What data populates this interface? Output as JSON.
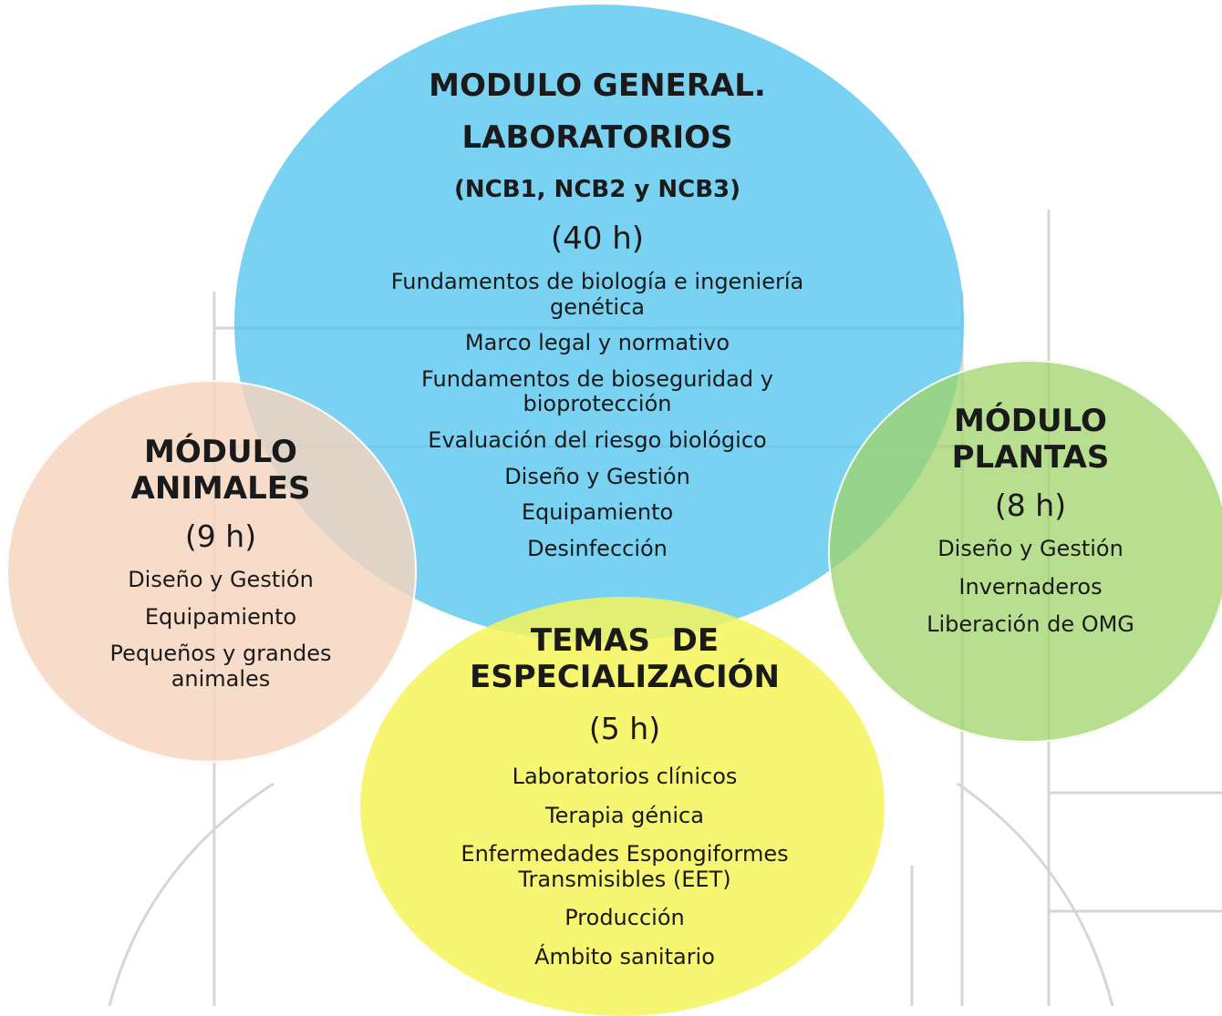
{
  "general": {
    "title_line1": "MODULO GENERAL.",
    "title_line2": "LABORATORIOS",
    "subtitle": "(NCB1, NCB2 y NCB3)",
    "hours": "(40 h)",
    "items": [
      "Fundamentos de biología e ingeniería genética",
      "Marco  legal y normativo",
      "Fundamentos de bioseguridad y bioprotección",
      "Evaluación del riesgo biológico",
      "Diseño y Gestión",
      "Equipamiento",
      "Desinfección"
    ],
    "color": "#54c5f0"
  },
  "animals": {
    "title_line1": "MÓDULO",
    "title_line2": "ANIMALES",
    "hours": "(9 h)",
    "items": [
      "Diseño y Gestión",
      "Equipamiento",
      "Pequeños y grandes animales"
    ],
    "color": "#f7d4be"
  },
  "plants": {
    "title_line1": "MÓDULO",
    "title_line2": "PLANTAS",
    "hours": "(8 h)",
    "items": [
      "Diseño y Gestión",
      "Invernaderos",
      "Liberación de OMG"
    ],
    "color": "#a0d46a"
  },
  "specialization": {
    "title_line1": "TEMAS  DE",
    "title_line2": "ESPECIALIZACIÓN",
    "hours": "(5 h)",
    "items": [
      "Laboratorios clínicos",
      "Terapia génica",
      "Enfermedades Espongiformes Transmisibles (EET)",
      "Producción",
      "Ámbito sanitario"
    ],
    "color": "#f6f55a"
  }
}
